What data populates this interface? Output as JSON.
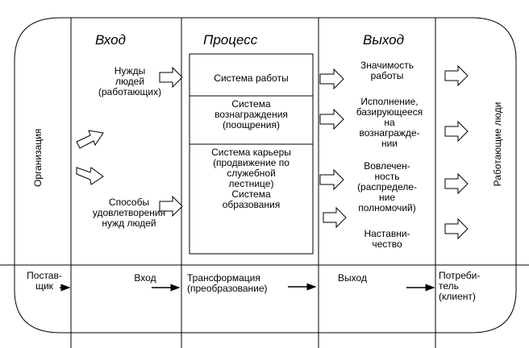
{
  "headers": {
    "input": "Вход",
    "process": "Процесс",
    "output": "Выход"
  },
  "side_labels": {
    "organization": "Организация",
    "working_people": "Работающие люди"
  },
  "input_items": {
    "needs": "Нужды\nлюдей\n(работающих)",
    "ways": "Способы\nудовлетворения\nнужд людей"
  },
  "process_box": {
    "section1": "Система работы",
    "section2": "Система\nвознаграждения\n(поощрения)",
    "section3": "Система карьеры\n(продвижение по\nслужебной\nлестнице)\nСистема\nобразования"
  },
  "output_items": {
    "significance": "Значимость\nработы",
    "performance": "Исполнение,\nбазирующееся\nна\nвознагражде-\nнии",
    "involvement": "Вовлечен-\nность\n(распределе-\nние\nполномочий)",
    "mentoring": "Наставни-\nчество"
  },
  "bottom_row": {
    "supplier": "Постав-\nщик",
    "input": "Вход",
    "transformation": "Трансформация\n(преобразование)",
    "output": "Выход",
    "consumer": "Потреби-\nтель\n(клиент)"
  }
}
